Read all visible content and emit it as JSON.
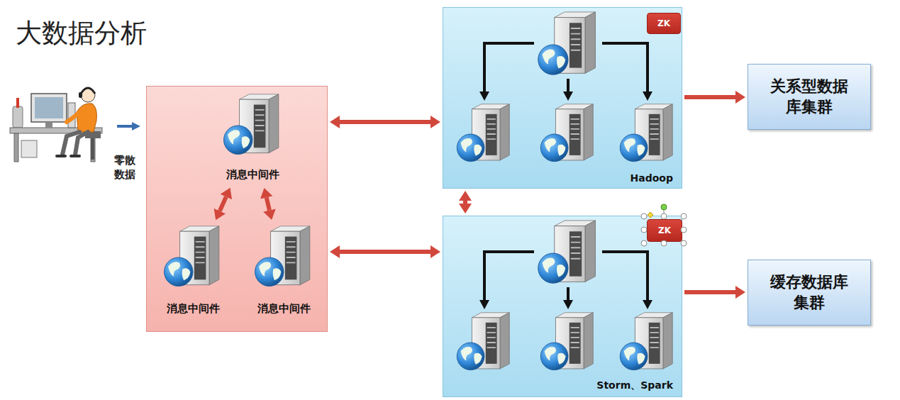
{
  "diagram": {
    "title": "大数据分析",
    "nodes": [
      {
        "text": []
      },
      {
        "text": [
          "消息中间件"
        ],
        "in": 0
      },
      {
        "text": [
          "消息中间件"
        ],
        "in": 0
      },
      {
        "text": [
          "消息中间件"
        ],
        "in": 0
      },
      {
        "text": [
          "Hadoop"
        ]
      },
      {
        "text": [
          "ZK"
        ],
        "in": 4
      },
      {
        "text": [
          "Storm、Spark"
        ]
      },
      {
        "text": [
          "ZK"
        ],
        "in": 6
      },
      {
        "text": [
          "关系型数据库集群"
        ]
      },
      {
        "text": [
          "缓存数据库集群"
        ]
      }
    ],
    "edges": [
      {
        "from": 1,
        "to": 2,
        "arrow": "both"
      },
      {
        "from": 1,
        "to": 3,
        "arrow": "both"
      },
      {
        "from": 0,
        "to": 4,
        "arrow": "both"
      },
      {
        "from": 0,
        "to": 6,
        "arrow": "both"
      },
      {
        "from": 4,
        "to": 6,
        "arrow": "both"
      },
      {
        "from": 4,
        "to": 8,
        "arrow": "to"
      },
      {
        "from": 6,
        "to": 9,
        "arrow": "to"
      }
    ],
    "labels": [
      "零散数据"
    ]
  }
}
